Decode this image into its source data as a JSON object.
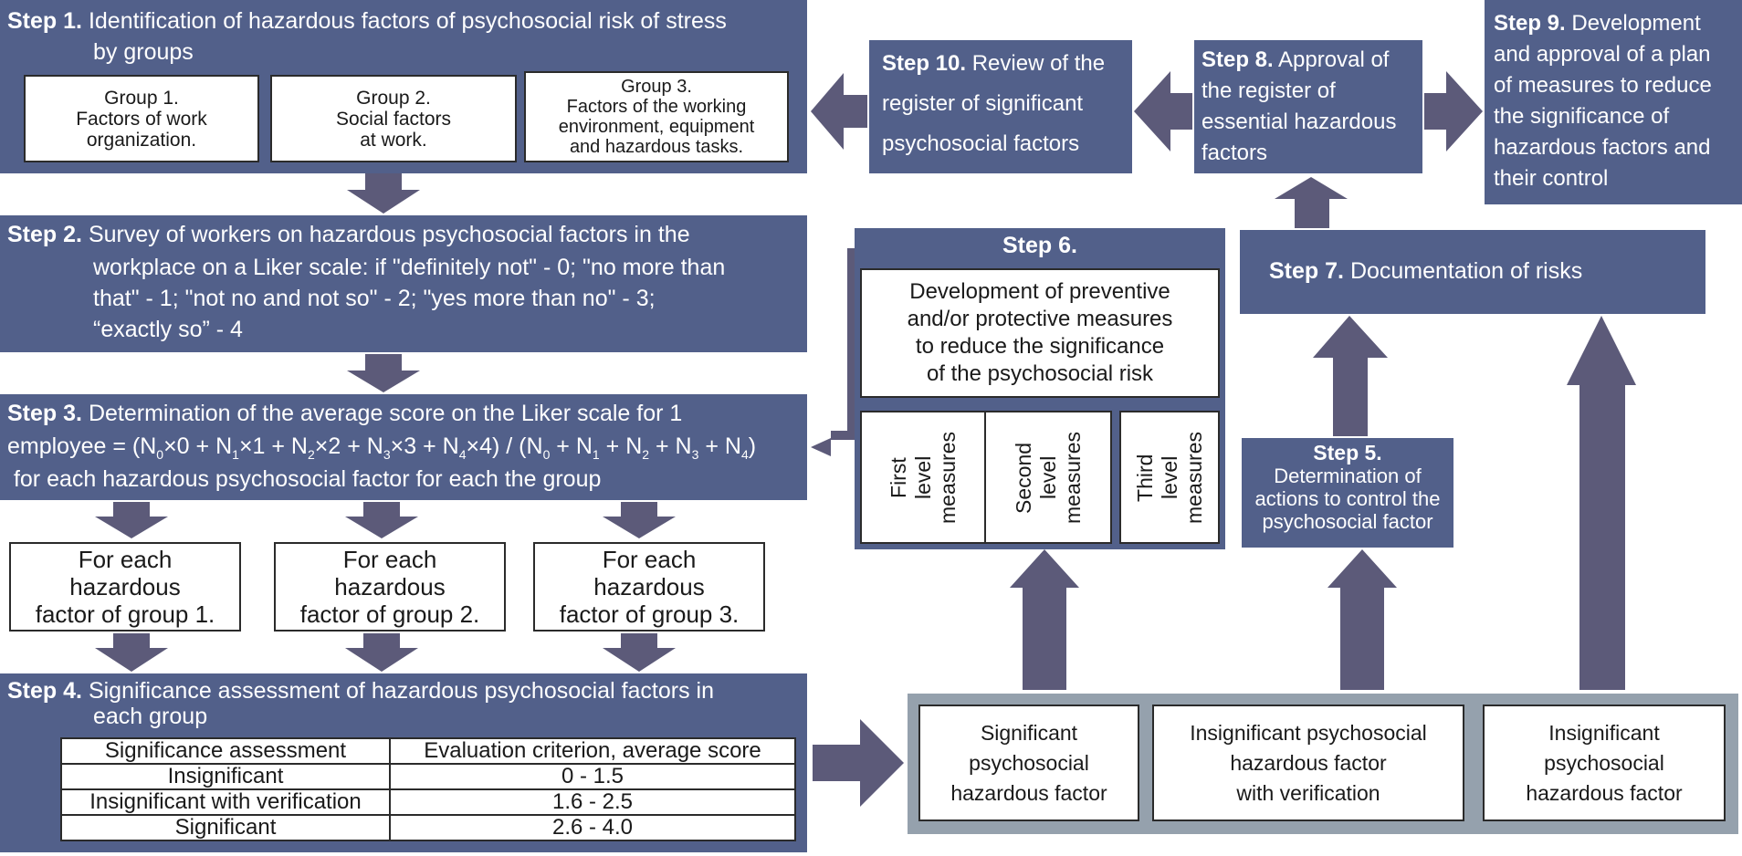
{
  "step1": {
    "label": "Step 1.",
    "text_line1": "Identification of hazardous factors of psychosocial risk of stress",
    "text_line2": "by groups",
    "groups": [
      {
        "title": "Group 1.",
        "lines": [
          "Factors of work",
          "organization."
        ]
      },
      {
        "title": "Group 2.",
        "lines": [
          "Social factors",
          "at work."
        ]
      },
      {
        "title": "Group 3.",
        "lines": [
          "Factors of the working",
          "environment, equipment",
          "and hazardous tasks."
        ]
      }
    ]
  },
  "step2": {
    "label": "Step 2.",
    "line1": "Survey of workers on hazardous psychosocial factors in the",
    "line2": "workplace on a Liker scale: if \"definitely not\" - 0; \"no more than",
    "line3": "that\" - 1; \"not no and not so\" - 2; \"yes more than no\" - 3;",
    "line4": "“exactly so” - 4"
  },
  "step3": {
    "label": "Step 3.",
    "line1": "Determination of the average score on the Liker scale for 1",
    "line3": " for each hazardous psychosocial factor for each the group"
  },
  "for_each": [
    [
      "For each",
      "hazardous",
      "factor of group 1."
    ],
    [
      "For each",
      "hazardous",
      "factor of group 2."
    ],
    [
      "For each",
      "hazardous",
      "factor of group 3."
    ]
  ],
  "step4": {
    "label": "Step 4.",
    "line1": "Significance assessment of hazardous psychosocial factors in",
    "line2": "each group",
    "table": {
      "headers": [
        "Significance assessment",
        "Evaluation criterion, average score"
      ],
      "rows": [
        [
          "Insignificant",
          "0 - 1.5"
        ],
        [
          "Insignificant with verification",
          "1.6 - 2.5"
        ],
        [
          "Significant",
          "2.6 - 4.0"
        ]
      ]
    }
  },
  "outcomes": [
    [
      "Significant",
      "psychosocial",
      "hazardous factor"
    ],
    [
      "Insignificant psychosocial",
      "hazardous factor",
      "with verification"
    ],
    [
      "Insignificant",
      "psychosocial",
      "hazardous factor"
    ]
  ],
  "step5": {
    "label": "Step 5.",
    "lines": [
      "Determination of",
      "actions to control the",
      "psychosocial factor"
    ]
  },
  "step6": {
    "label": "Step 6.",
    "lines": [
      "Development of preventive",
      "and/or protective measures",
      "to reduce the significance",
      "of the psychosocial risk"
    ],
    "levels": [
      [
        "First",
        "level",
        "measures"
      ],
      [
        "Second",
        "level",
        "measures"
      ],
      [
        "Third",
        "level",
        "measures"
      ]
    ]
  },
  "step7": {
    "label": "Step 7.",
    "text": "Documentation of risks"
  },
  "step8": {
    "label": "Step 8.",
    "line1": "Approval of",
    "line2": "the register of",
    "line3": "essential hazardous",
    "line4": "factors"
  },
  "step9": {
    "label": "Step 9.",
    "line1": "Development",
    "line2": "and approval of a plan",
    "line3": "of measures to reduce",
    "line4": "the significance of",
    "line5": "hazardous factors and",
    "line6": "their control"
  },
  "step10": {
    "label": "Step 10.",
    "line1": "Review of the",
    "line2": "register of significant",
    "line3": "psychosocial factors"
  },
  "colors": {
    "step_fill": "#52608a",
    "arrow_fill": "#5c5a79",
    "outcome_frame": "#95a1ad"
  }
}
